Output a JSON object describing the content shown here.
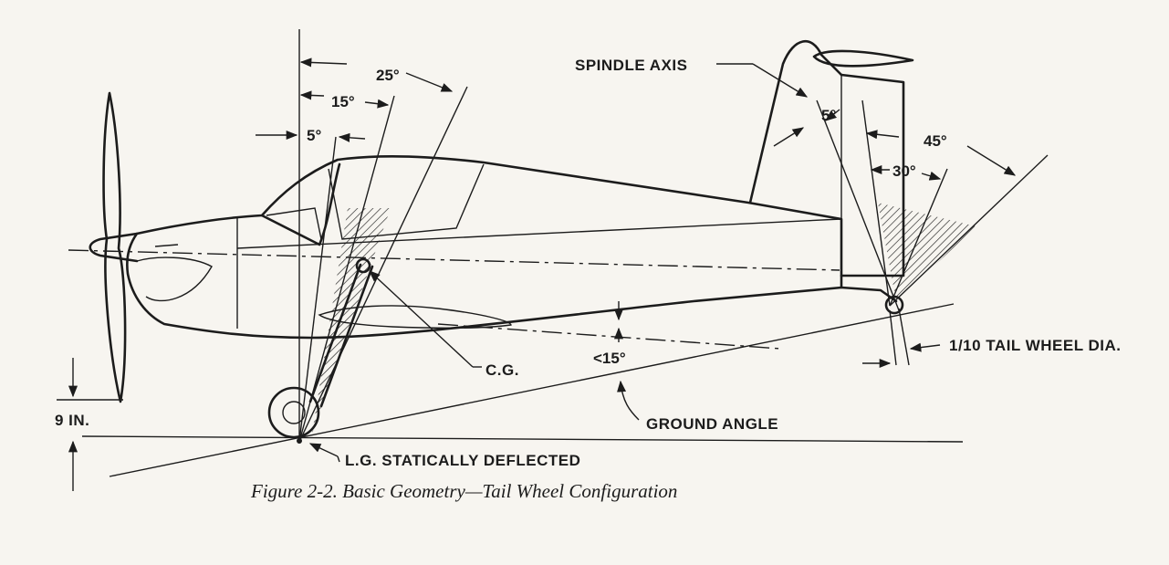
{
  "figure": {
    "caption": "Figure 2-2.  Basic Geometry—Tail Wheel Configuration",
    "labels": {
      "spindle_axis": "SPINDLE AXIS",
      "tail_wheel_dia": "1/10 TAIL WHEEL DIA.",
      "cg": "C.G.",
      "ground_angle": "GROUND ANGLE",
      "lg_deflected": "L.G. STATICALLY DEFLECTED",
      "nine_in": "9 IN."
    },
    "angles": {
      "a25": "25°",
      "a15": "15°",
      "a5_front": "5°",
      "a5_spindle": "5°",
      "a45": "45°",
      "a30": "30°",
      "lt15": "<15°"
    }
  }
}
